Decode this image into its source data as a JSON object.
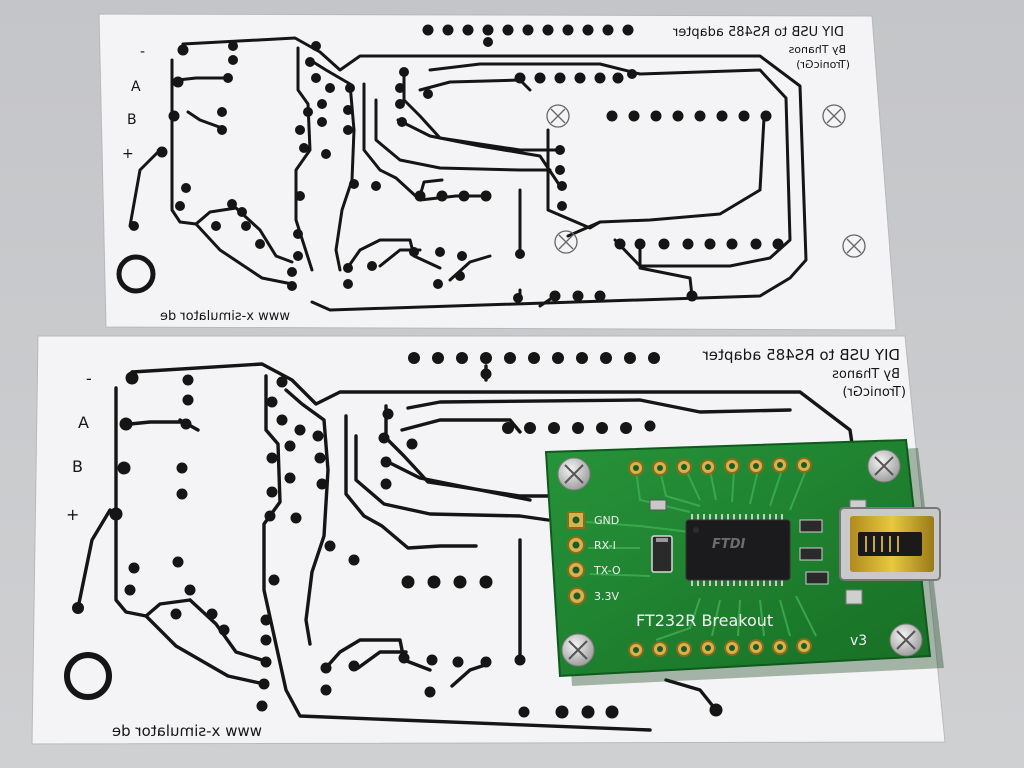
{
  "photo": {
    "paper_color": "#f4f4f6",
    "background_color": "#c9cacc",
    "trace_color": "#151515"
  },
  "layouts": [
    {
      "title": "DIY USB to RS485 adapter",
      "author_line": "By Thanos",
      "handle": "(TronicGr)",
      "url": "www x-simulator de",
      "terminal_labels": {
        "minus": "-",
        "a": "A",
        "b": "B",
        "plus": "+"
      }
    },
    {
      "title": "DIY USB to RS485 adapter",
      "author_line": "By Thanos",
      "handle": "(TronicGr)",
      "url": "www x-simulator de",
      "terminal_labels": {
        "minus": "-",
        "a": "A",
        "b": "B",
        "plus": "+"
      }
    }
  ],
  "breakout": {
    "board_color": "#1f8a2e",
    "pins": [
      "GND",
      "RX-I",
      "TX-O",
      "3.3V"
    ],
    "chip_label": "FTDI",
    "name": "FT232R Breakout",
    "version": "v3"
  }
}
